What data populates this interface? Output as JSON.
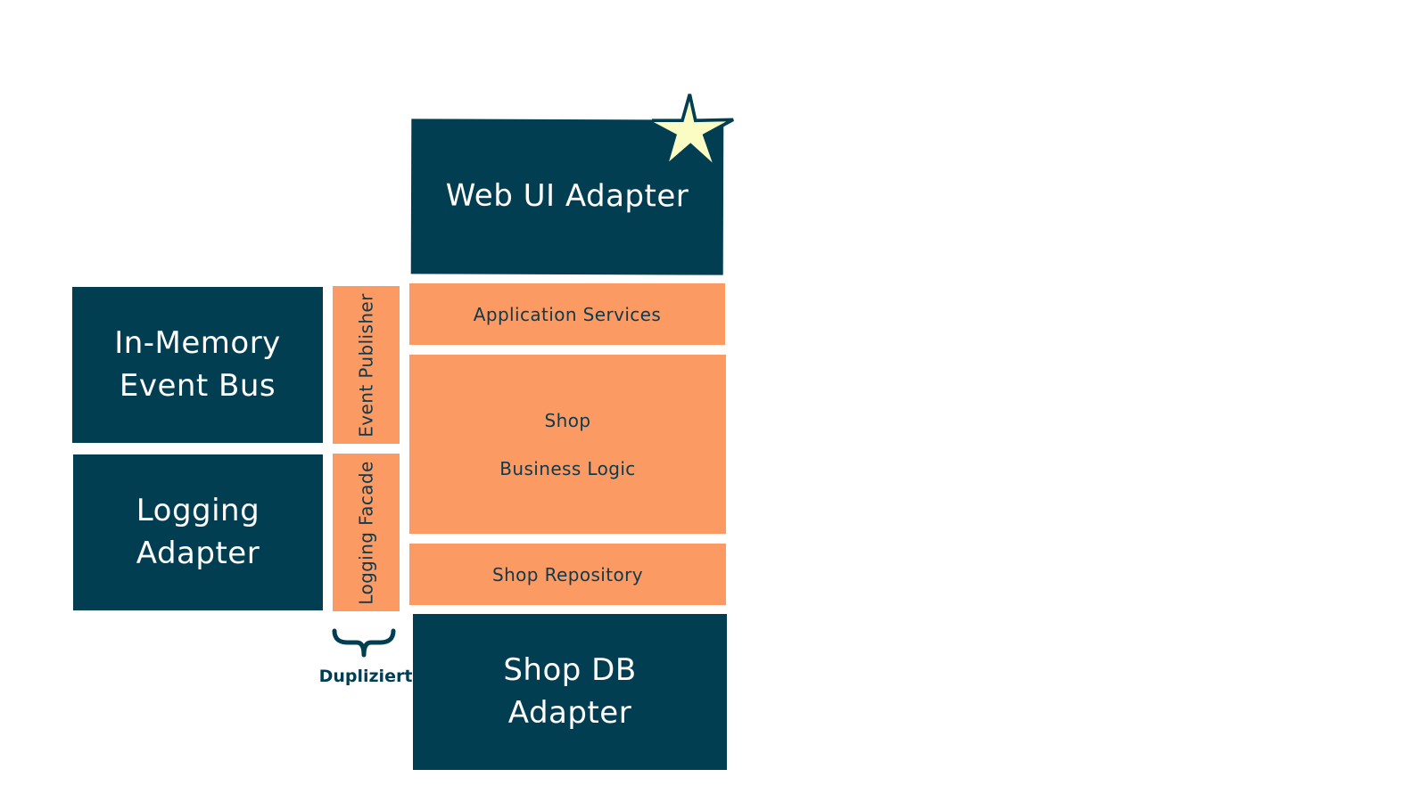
{
  "nodes": {
    "web_ui_adapter": "Web UI Adapter",
    "in_memory_event_bus": "In-Memory\nEvent Bus",
    "logging_adapter": "Logging\nAdapter",
    "event_publisher": "Event Publisher",
    "logging_facade": "Logging Facade",
    "application_services": "Application Services",
    "shop_business_logic_line1": "Shop",
    "shop_business_logic_line2": "Business Logic",
    "shop_repository": "Shop Repository",
    "shop_db_adapter": "Shop DB\nAdapter"
  },
  "annotations": {
    "duplicated_label": "Dupliziert"
  },
  "colors": {
    "adapter": "#023e52",
    "core": "#fb9a63",
    "star_fill": "#fbfbc4"
  },
  "icons": {
    "highlight": "star-icon",
    "grouping": "curly-brace-icon"
  }
}
